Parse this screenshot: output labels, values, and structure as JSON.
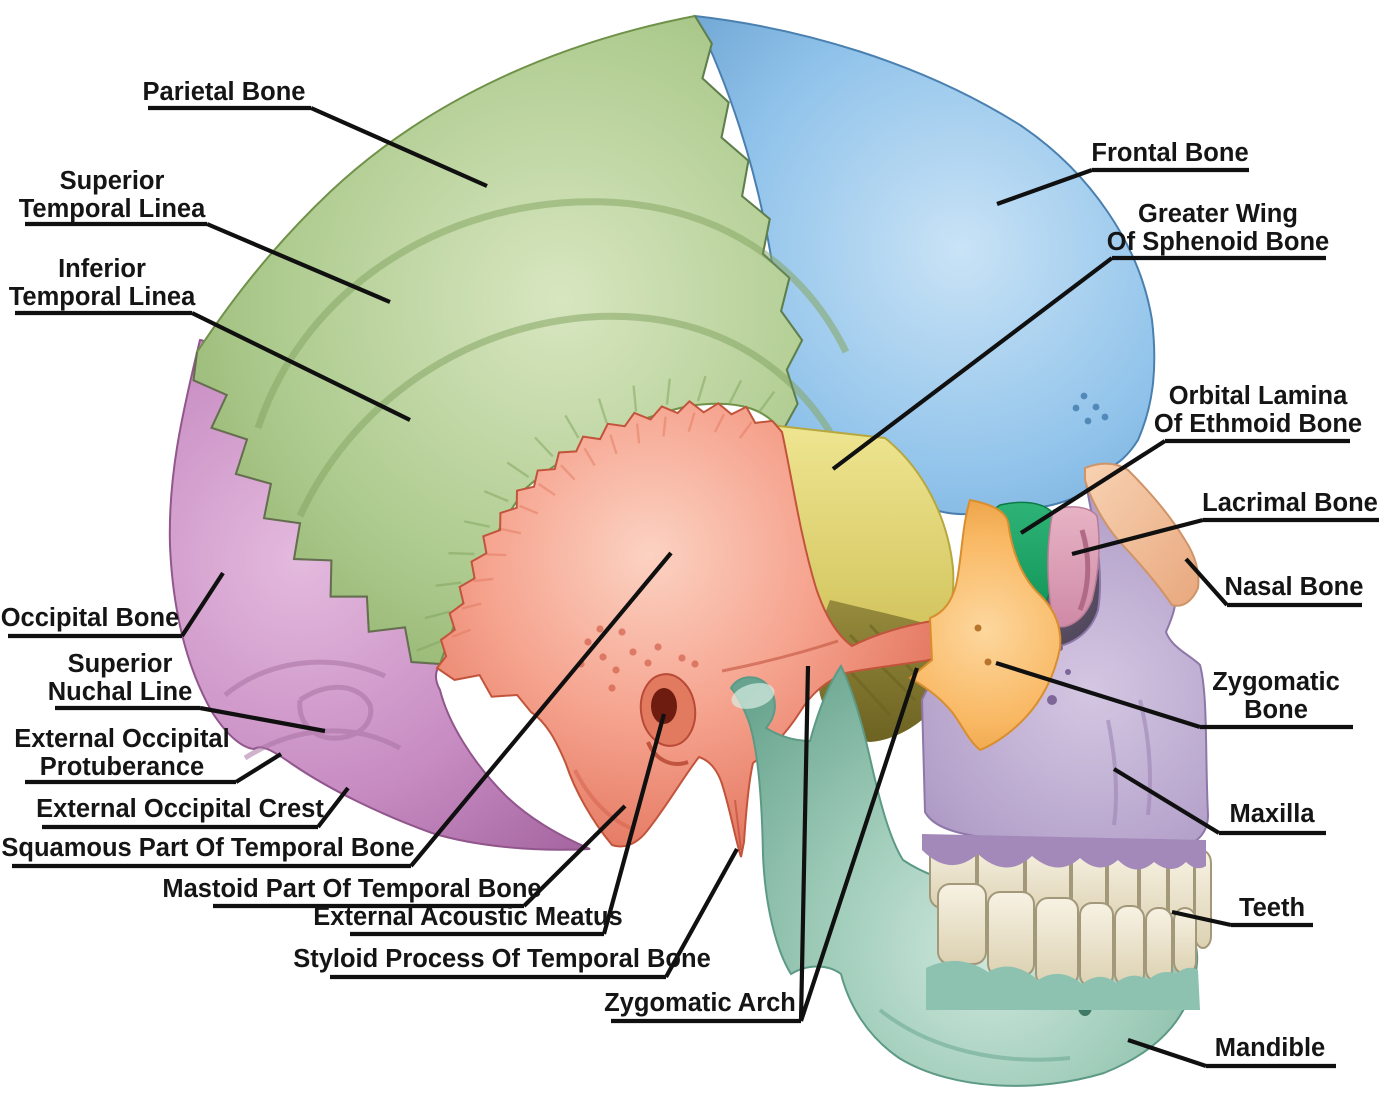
{
  "diagram": {
    "subject": "skull-lateral-view",
    "background": "#ffffff",
    "label_color": "#151515",
    "leader_line_color": "#101010"
  },
  "bones": [
    {
      "id": "frontal",
      "name": "Frontal Bone",
      "color": "#85bde8"
    },
    {
      "id": "parietal",
      "name": "Parietal Bone",
      "color": "#a9c88b"
    },
    {
      "id": "occipital",
      "name": "Occipital Bone",
      "color": "#c287bd"
    },
    {
      "id": "temporal",
      "name": "Temporal Bone",
      "color": "#f2937f"
    },
    {
      "id": "sphenoid",
      "name": "Greater Wing Of Sphenoid Bone",
      "color": "#e5db76"
    },
    {
      "id": "ethmoid",
      "name": "Orbital Lamina Of Ethmoid Bone",
      "color": "#13a05e"
    },
    {
      "id": "lacrimal",
      "name": "Lacrimal Bone",
      "color": "#dba2b6"
    },
    {
      "id": "nasal",
      "name": "Nasal Bone",
      "color": "#f3bd97"
    },
    {
      "id": "zygomatic",
      "name": "Zygomatic Bone",
      "color": "#f8b863"
    },
    {
      "id": "maxilla",
      "name": "Maxilla",
      "color": "#b3a0ca"
    },
    {
      "id": "mandible",
      "name": "Mandible",
      "color": "#93c7b3"
    },
    {
      "id": "teeth",
      "name": "Teeth",
      "color": "#efe8d4"
    }
  ],
  "labels": [
    {
      "id": "parietal",
      "lines": [
        "Parietal Bone"
      ]
    },
    {
      "id": "sup_temporal_linea",
      "lines": [
        "Superior",
        "Temporal Linea"
      ]
    },
    {
      "id": "inf_temporal_linea",
      "lines": [
        "Inferior",
        "Temporal Linea"
      ]
    },
    {
      "id": "occipital",
      "lines": [
        "Occipital Bone"
      ]
    },
    {
      "id": "sup_nuchal",
      "lines": [
        "Superior",
        "Nuchal Line"
      ]
    },
    {
      "id": "ext_occ_protuberance",
      "lines": [
        "External Occipital",
        "Protuberance"
      ]
    },
    {
      "id": "ext_occ_crest",
      "lines": [
        "External Occipital Crest"
      ]
    },
    {
      "id": "squamous",
      "lines": [
        "Squamous Part Of Temporal Bone"
      ]
    },
    {
      "id": "mastoid",
      "lines": [
        "Mastoid Part Of Temporal Bone"
      ]
    },
    {
      "id": "acoustic_meatus",
      "lines": [
        "External Acoustic Meatus"
      ]
    },
    {
      "id": "styloid",
      "lines": [
        "Styloid Process Of Temporal Bone"
      ]
    },
    {
      "id": "zygomatic_arch",
      "lines": [
        "Zygomatic Arch"
      ]
    },
    {
      "id": "frontal",
      "lines": [
        "Frontal Bone"
      ]
    },
    {
      "id": "sphenoid",
      "lines": [
        "Greater Wing",
        "Of Sphenoid Bone"
      ]
    },
    {
      "id": "ethmoid",
      "lines": [
        "Orbital Lamina",
        "Of Ethmoid Bone"
      ]
    },
    {
      "id": "lacrimal",
      "lines": [
        "Lacrimal Bone"
      ]
    },
    {
      "id": "nasal",
      "lines": [
        "Nasal Bone"
      ]
    },
    {
      "id": "zygomatic",
      "lines": [
        "Zygomatic",
        "Bone"
      ]
    },
    {
      "id": "maxilla",
      "lines": [
        "Maxilla"
      ]
    },
    {
      "id": "teeth",
      "lines": [
        "Teeth"
      ]
    },
    {
      "id": "mandible",
      "lines": [
        "Mandible"
      ]
    }
  ]
}
